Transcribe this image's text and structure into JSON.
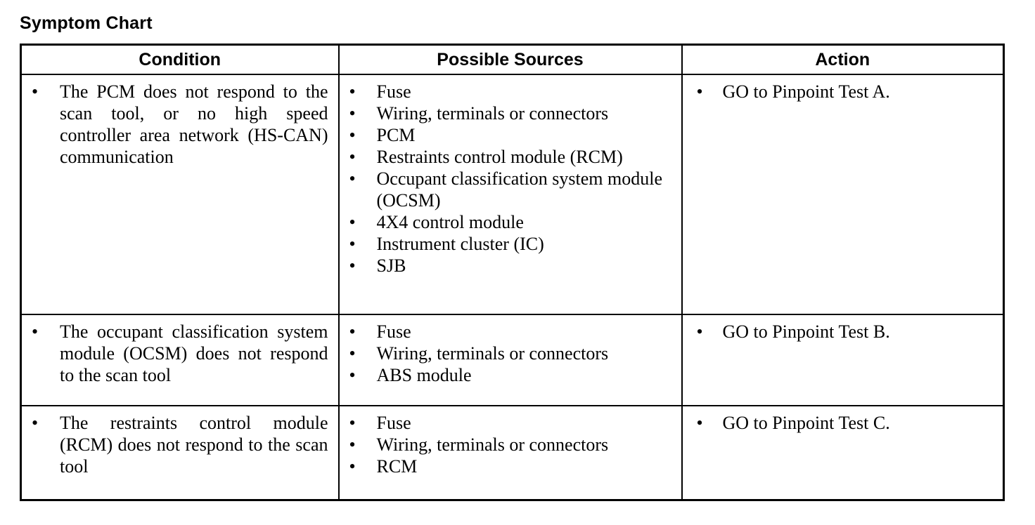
{
  "page": {
    "title": "Symptom Chart"
  },
  "table": {
    "headers": [
      {
        "label": "Condition"
      },
      {
        "label": "Possible Sources"
      },
      {
        "label": "Action"
      }
    ],
    "bullet_glyph": "•",
    "rows": [
      {
        "condition": [
          "The PCM does not respond to the scan tool, or no high speed controller area network (HS-CAN) communication"
        ],
        "sources": [
          "Fuse",
          "Wiring, terminals or connectors",
          "PCM",
          "Restraints control module (RCM)",
          "Occupant classification system module (OCSM)",
          "4X4 control module",
          "Instrument cluster (IC)",
          "SJB"
        ],
        "action": [
          "GO to Pinpoint Test A."
        ]
      },
      {
        "condition": [
          "The occupant classification system module (OCSM) does not respond to the scan tool"
        ],
        "sources": [
          "Fuse",
          "Wiring, terminals or connectors",
          "ABS module"
        ],
        "action": [
          "GO to Pinpoint Test B."
        ]
      },
      {
        "condition": [
          "The restraints control module (RCM) does not respond to the scan tool"
        ],
        "sources": [
          "Fuse",
          "Wiring, terminals or connectors",
          "RCM"
        ],
        "action": [
          "GO to Pinpoint Test C."
        ]
      }
    ]
  },
  "colors": {
    "text": "#000000",
    "border": "#000000",
    "background": "#ffffff"
  }
}
